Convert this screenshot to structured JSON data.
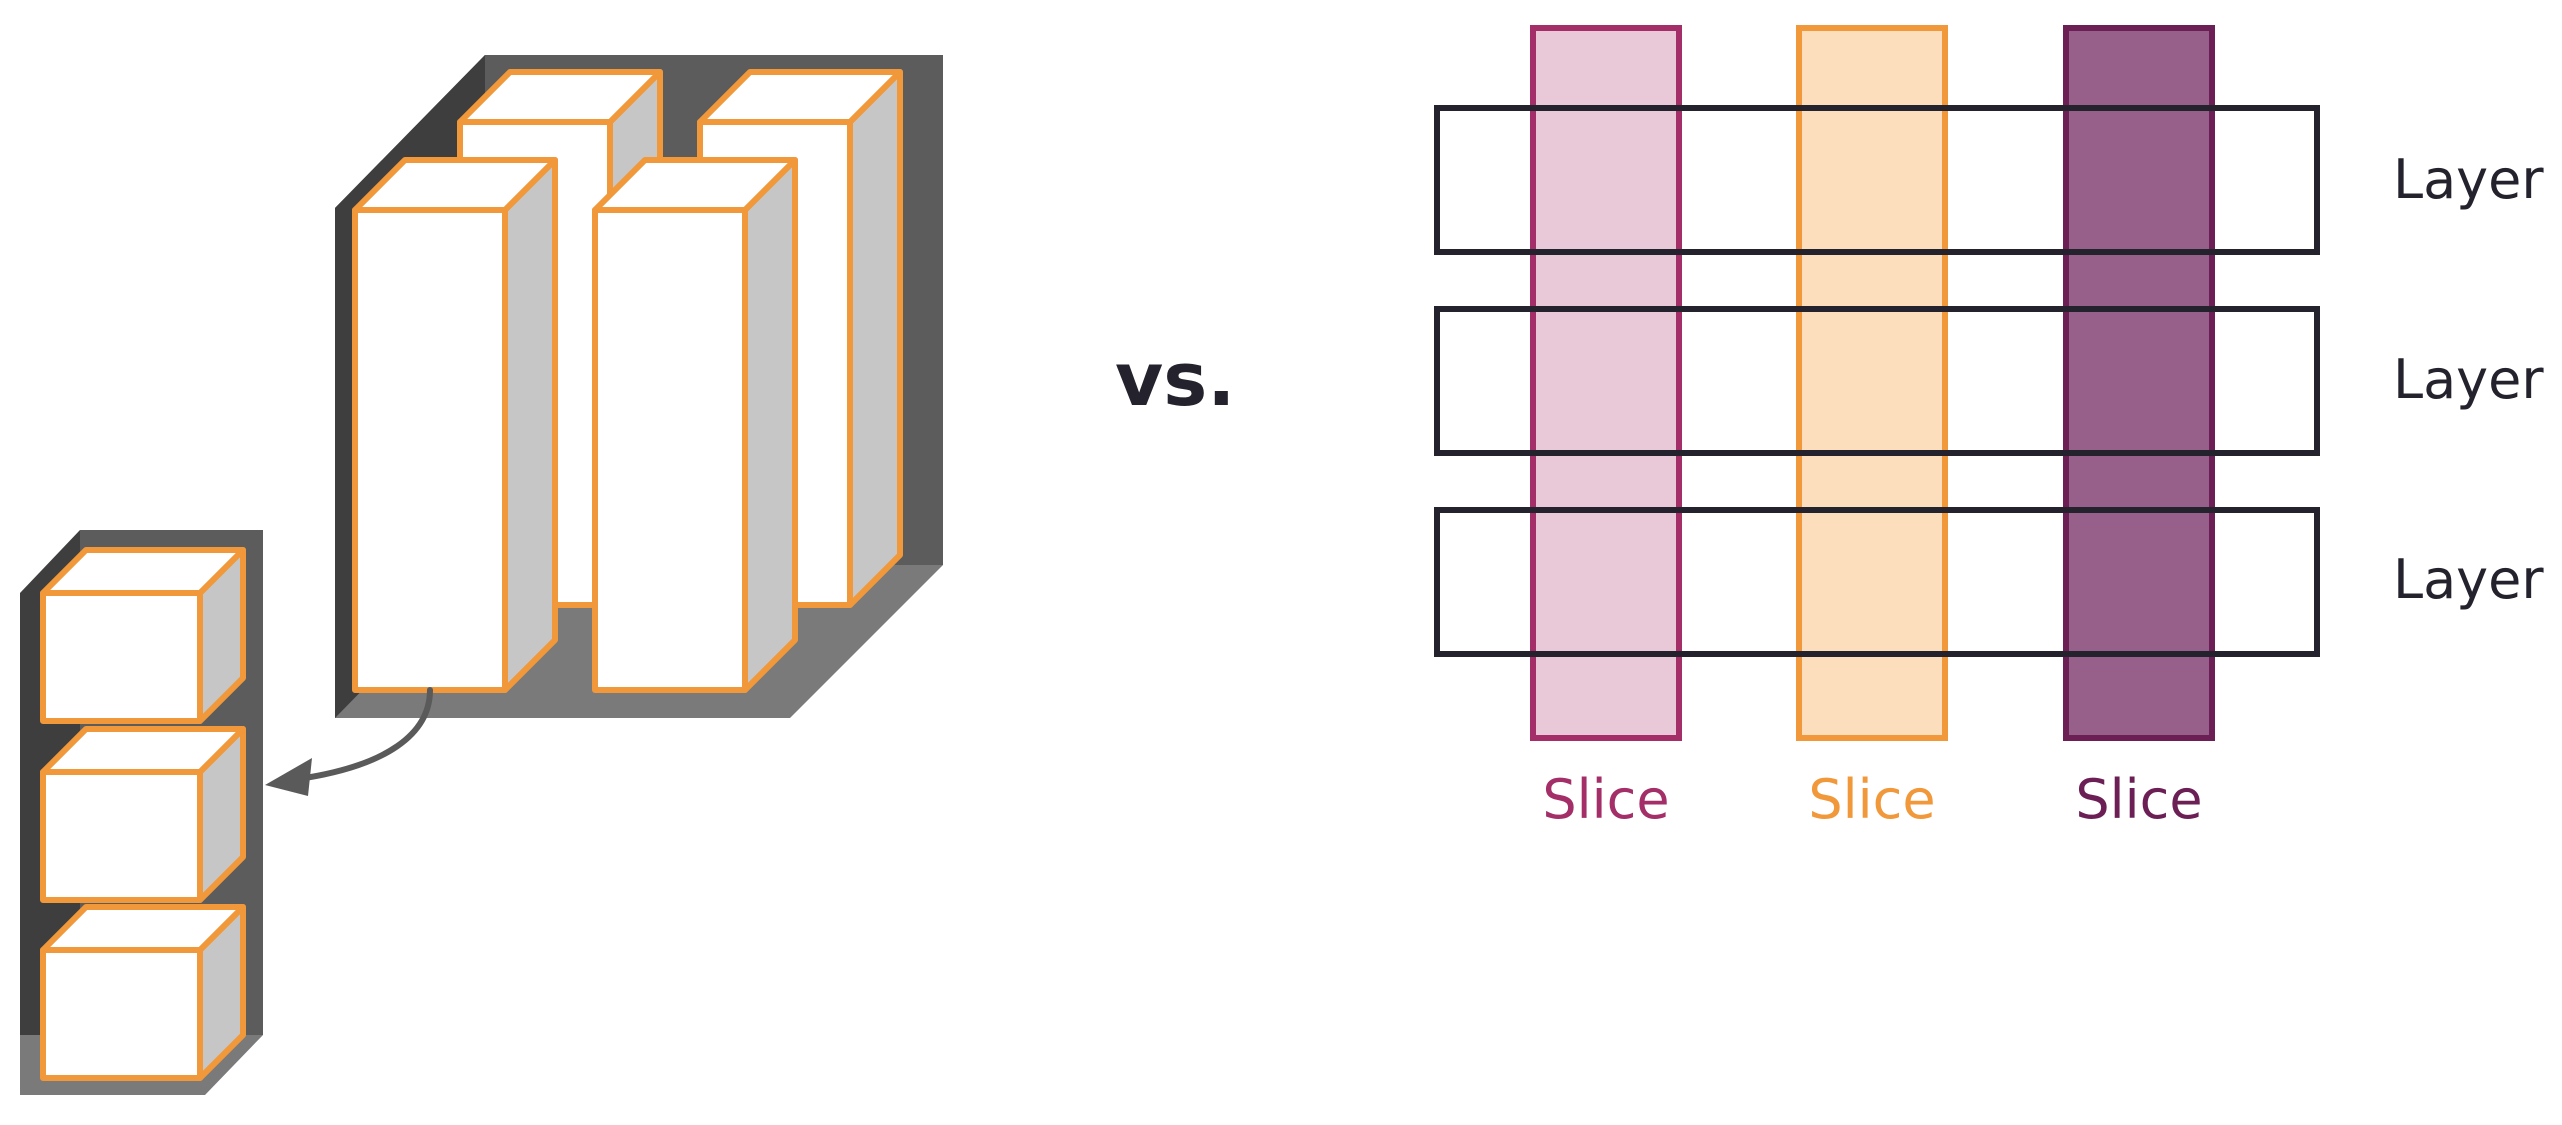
{
  "vs_label": "vs.",
  "layers": [
    {
      "label": "Layer"
    },
    {
      "label": "Layer"
    },
    {
      "label": "Layer"
    }
  ],
  "slices": [
    {
      "label": "Slice",
      "stroke": "#a32e68",
      "fill": "#e9c9d8"
    },
    {
      "label": "Slice",
      "stroke": "#f0983a",
      "fill": "#fcdebd"
    },
    {
      "label": "Slice",
      "stroke": "#6b1f55",
      "fill": "#96608b"
    }
  ],
  "colors": {
    "outline_orange": "#f0983a",
    "box_front": "#ffffff",
    "box_side": "#c6c6c6",
    "tray_dark": "#434343",
    "tray_mid": "#5a5a5a",
    "tray_light": "#777777",
    "layer_stroke": "#24232d",
    "text_dark": "#24232d",
    "arrow": "#5a5a5a"
  }
}
